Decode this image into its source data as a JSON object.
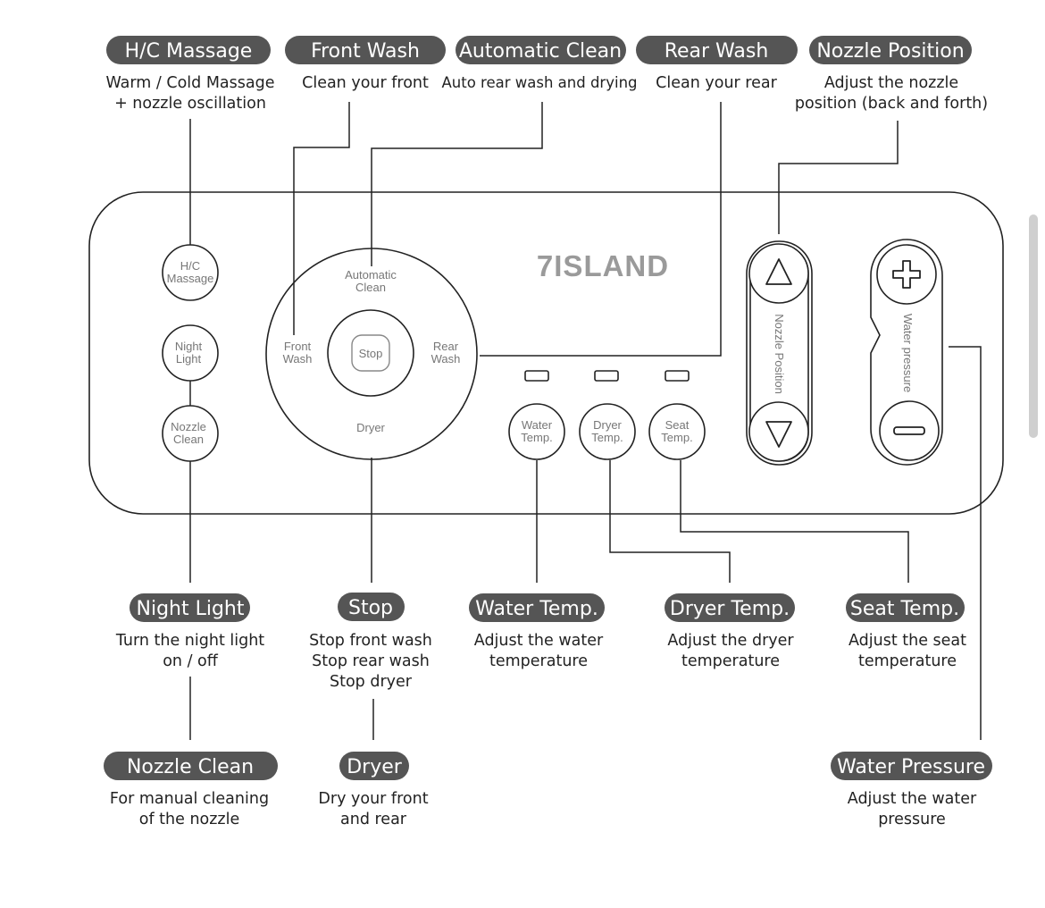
{
  "brand": "7ISLAND",
  "top_labels": {
    "hc_massage": {
      "tag": "H/C Massage",
      "desc": [
        "Warm / Cold Massage",
        "+ nozzle oscillation"
      ]
    },
    "front_wash": {
      "tag": "Front Wash",
      "desc": [
        "Clean your front"
      ]
    },
    "automatic_clean": {
      "tag": "Automatic Clean",
      "desc": [
        "Auto rear wash and drying"
      ]
    },
    "rear_wash": {
      "tag": "Rear Wash",
      "desc": [
        "Clean your rear"
      ]
    },
    "nozzle_position": {
      "tag": "Nozzle Position",
      "desc": [
        "Adjust the nozzle",
        "position (back and forth)"
      ]
    }
  },
  "bottom_labels": {
    "night_light": {
      "tag": "Night Light",
      "desc": [
        "Turn the night light",
        "on / off"
      ]
    },
    "stop": {
      "tag": "Stop",
      "desc": [
        "Stop front wash",
        "Stop rear wash",
        "Stop dryer"
      ]
    },
    "water_temp": {
      "tag": "Water Temp.",
      "desc": [
        "Adjust the water",
        "temperature"
      ]
    },
    "dryer_temp": {
      "tag": "Dryer Temp.",
      "desc": [
        "Adjust the dryer",
        "temperature"
      ]
    },
    "seat_temp": {
      "tag": "Seat Temp.",
      "desc": [
        "Adjust the seat",
        "temperature"
      ]
    },
    "nozzle_clean": {
      "tag": "Nozzle Clean",
      "desc": [
        "For manual cleaning",
        "of the nozzle"
      ]
    },
    "dryer": {
      "tag": "Dryer",
      "desc": [
        "Dry your front",
        "and rear"
      ]
    },
    "water_pressure": {
      "tag": "Water Pressure",
      "desc": [
        "Adjust the water",
        "pressure"
      ]
    }
  },
  "panel_buttons": {
    "hc_massage": [
      "H/C",
      "Massage"
    ],
    "night_light": [
      "Night",
      "Light"
    ],
    "nozzle_clean": [
      "Nozzle",
      "Clean"
    ],
    "automatic_clean": [
      "Automatic",
      "Clean"
    ],
    "front_wash": [
      "Front",
      "Wash"
    ],
    "rear_wash": [
      "Rear",
      "Wash"
    ],
    "stop": "Stop",
    "dryer": "Dryer",
    "water_temp": [
      "Water",
      "Temp."
    ],
    "dryer_temp": [
      "Dryer",
      "Temp."
    ],
    "seat_temp": [
      "Seat",
      "Temp."
    ],
    "nozzle_position": "Nozzle Position",
    "water_pressure": "Water pressure"
  },
  "colors": {
    "tag_background": "#555555",
    "line": "#222222",
    "button_text": "#777777",
    "brand": "#9a9a9a"
  },
  "icons": [
    "arrow-up-icon",
    "arrow-down-icon",
    "plus-icon",
    "minus-icon"
  ]
}
